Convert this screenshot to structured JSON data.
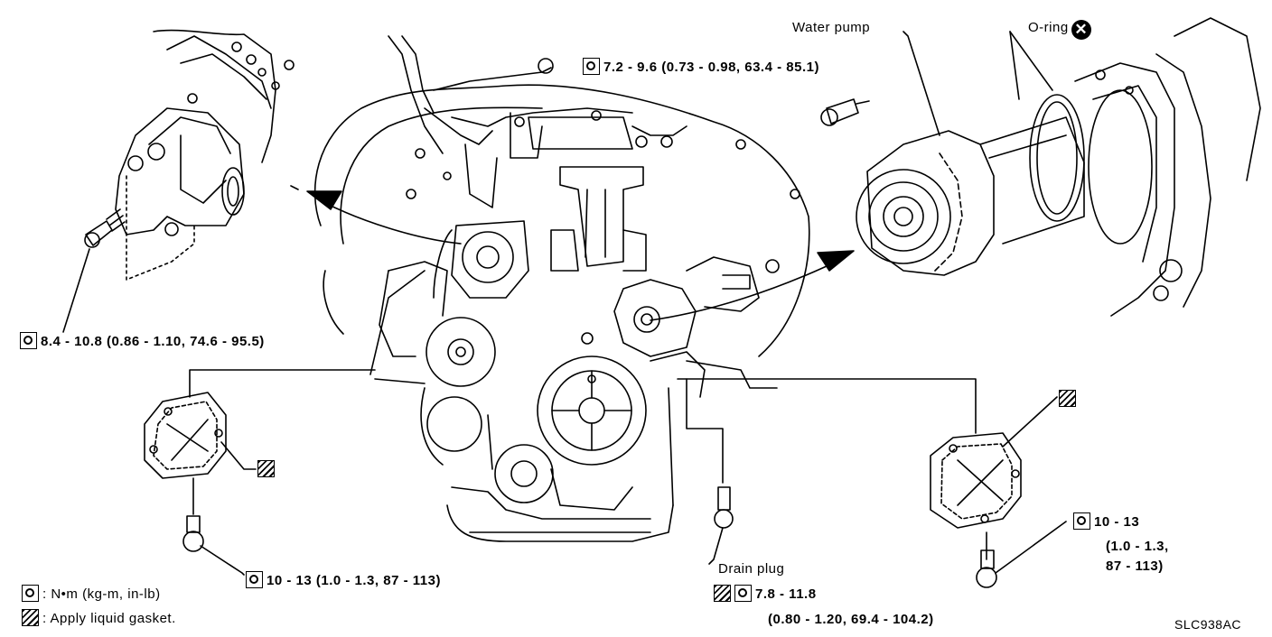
{
  "labels": {
    "water_pump": "Water pump",
    "o_ring": "O-ring",
    "o_ring_mark": "✕",
    "torque_top": "7.2 - 9.6 (0.73 - 0.98, 63.4 - 85.1)",
    "torque_left": "8.4 - 10.8 (0.86 - 1.10, 74.6 - 95.5)",
    "torque_bottom": "10 - 13 (1.0 - 1.3, 87 - 113)",
    "torque_right_1": "10 - 13",
    "torque_right_2": "(1.0 - 1.3,",
    "torque_right_3": "87 - 113)",
    "drain_plug": "Drain plug",
    "drain_torque_1": "7.8 - 11.8",
    "drain_torque_2": "(0.80 - 1.20, 69.4 - 104.2)",
    "legend_torque": ": N•m (kg-m, in-lb)",
    "legend_gasket": ": Apply liquid gasket.",
    "figure_code": "SLC938AC"
  },
  "icons": {
    "torque": "torque-wrench-icon",
    "gasket": "liquid-gasket-icon",
    "do_not_reuse": "do-not-reuse-icon"
  }
}
